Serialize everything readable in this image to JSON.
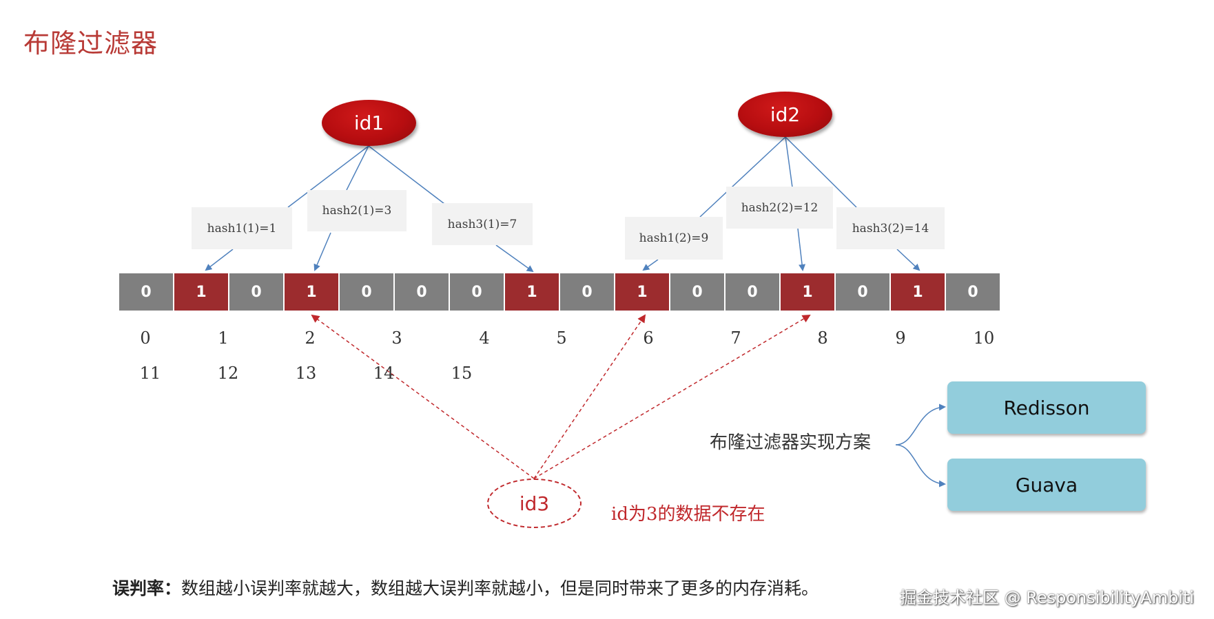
{
  "title": "布隆过滤器",
  "nodes": {
    "id1": "id1",
    "id2": "id2",
    "id3": "id3"
  },
  "hashes": {
    "h1_1": "hash1(1)=1",
    "h2_1": "hash2(1)=3",
    "h3_1": "hash3(1)=7",
    "h1_2": "hash1(2)=9",
    "h2_2": "hash2(2)=12",
    "h3_2": "hash3(2)=14"
  },
  "bits": [
    "0",
    "1",
    "0",
    "1",
    "0",
    "0",
    "0",
    "1",
    "0",
    "1",
    "0",
    "0",
    "1",
    "0",
    "1",
    "0"
  ],
  "index_row1": [
    "0",
    "1",
    "2",
    "3",
    "4",
    "5",
    "6",
    "7",
    "8",
    "9",
    "10"
  ],
  "index_row2": [
    "11",
    "12",
    "13",
    "14",
    "15"
  ],
  "not_exist_text": "id为3的数据不存在",
  "implementations": {
    "label": "布隆过滤器实现方案",
    "items": [
      "Redisson",
      "Guava"
    ]
  },
  "footnote": {
    "label": "误判率：",
    "text": "数组越小误判率就越大，数组越大误判率就越小，但是同时带来了更多的内存消耗。"
  },
  "watermark": "掘金技术社区 @ ResponsibilityAmbiti",
  "colors": {
    "title": "#b83a36",
    "bit_on": "#9c2c2e",
    "bit_off": "#7f7f7f",
    "line": "#4f81bd",
    "dashed": "#c0282c",
    "impl_box": "#92cddc"
  }
}
